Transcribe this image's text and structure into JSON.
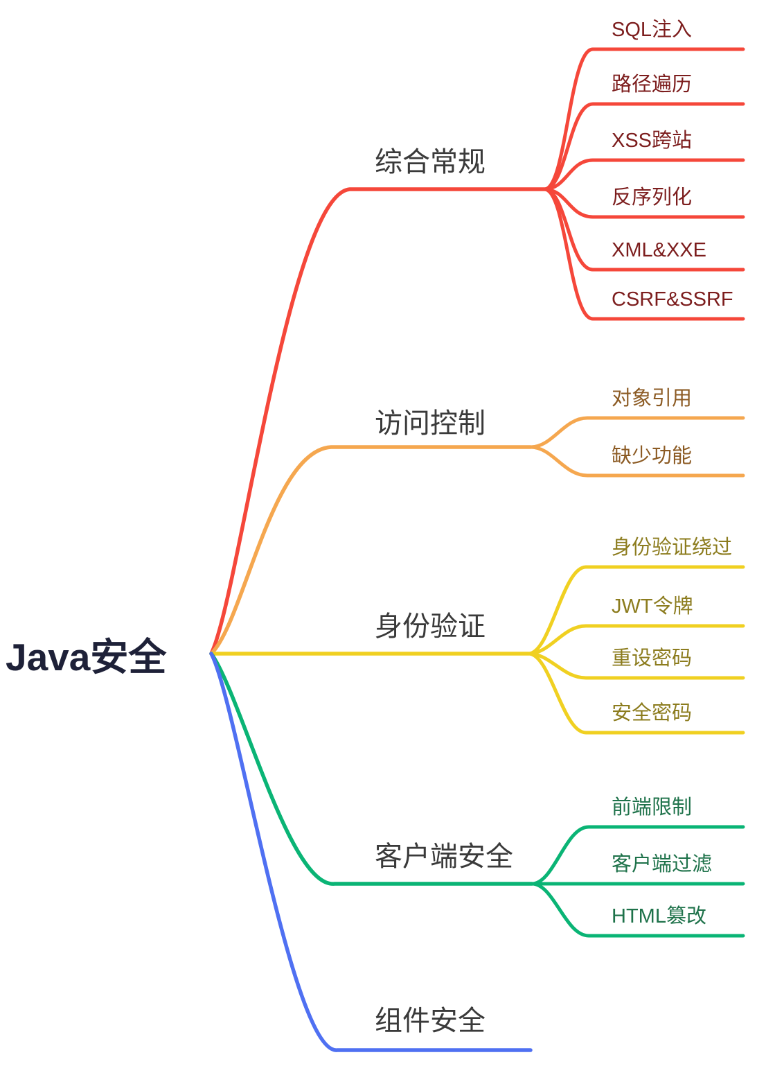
{
  "root": {
    "label": "Java安全",
    "text_color": "#1e2138"
  },
  "branches": [
    {
      "label": "综合常规",
      "color": "#f5473a",
      "child_text_color": "#7c1d1d",
      "children": [
        {
          "label": "SQL注入"
        },
        {
          "label": "路径遍历"
        },
        {
          "label": "XSS跨站"
        },
        {
          "label": "反序列化"
        },
        {
          "label": "XML&XXE"
        },
        {
          "label": "CSRF&SSRF"
        }
      ]
    },
    {
      "label": "访问控制",
      "color": "#f5a74f",
      "child_text_color": "#8c5b24",
      "children": [
        {
          "label": "对象引用"
        },
        {
          "label": "缺少功能"
        }
      ]
    },
    {
      "label": "身份验证",
      "color": "#f0d021",
      "child_text_color": "#8c7c1e",
      "children": [
        {
          "label": "身份验证绕过"
        },
        {
          "label": "JWT令牌"
        },
        {
          "label": "重设密码"
        },
        {
          "label": "安全密码"
        }
      ]
    },
    {
      "label": "客户端安全",
      "color": "#0ab475",
      "child_text_color": "#1e724a",
      "children": [
        {
          "label": "前端限制"
        },
        {
          "label": "客户端过滤"
        },
        {
          "label": "HTML篡改"
        }
      ]
    },
    {
      "label": "组件安全",
      "color": "#4f70f2",
      "children": []
    }
  ]
}
